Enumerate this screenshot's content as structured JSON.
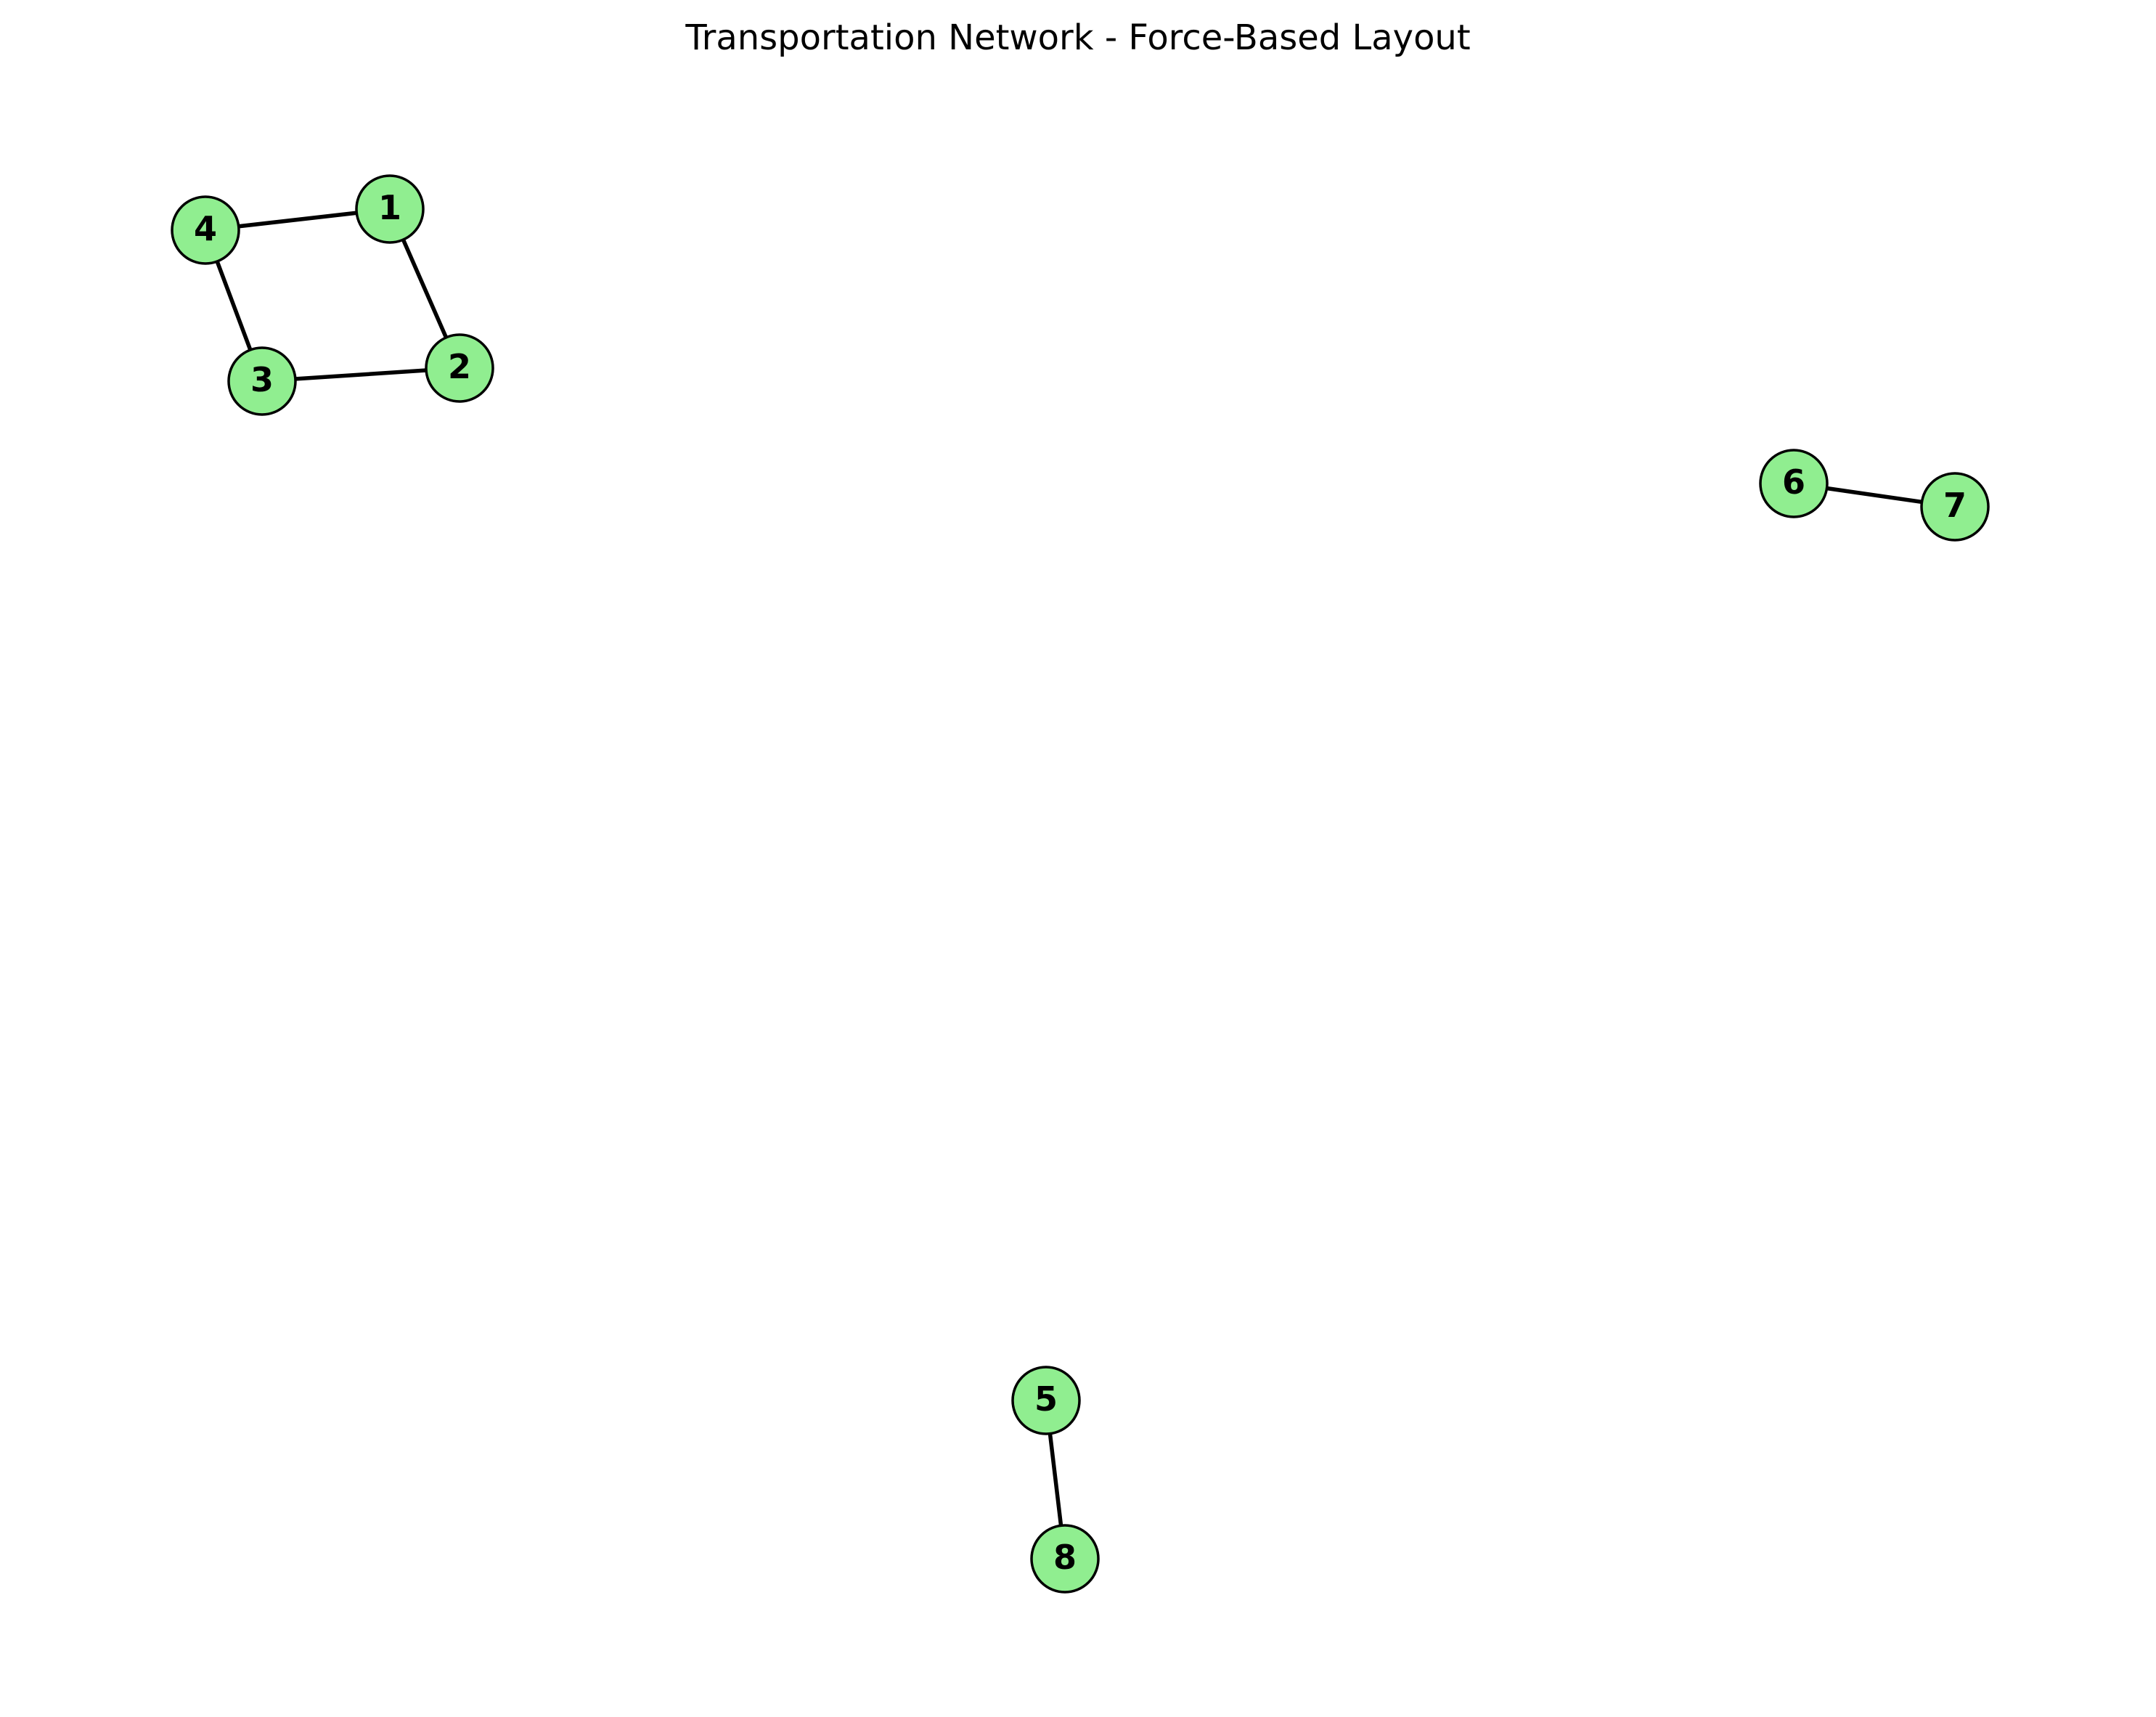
{
  "title": "Transportation Network - Force-Based Layout",
  "colors": {
    "node_fill": "#90ee90",
    "node_stroke": "#000000",
    "edge": "#000000",
    "background": "#ffffff"
  },
  "nodes": [
    {
      "id": "1",
      "label": "1"
    },
    {
      "id": "2",
      "label": "2"
    },
    {
      "id": "3",
      "label": "3"
    },
    {
      "id": "4",
      "label": "4"
    },
    {
      "id": "5",
      "label": "5"
    },
    {
      "id": "6",
      "label": "6"
    },
    {
      "id": "7",
      "label": "7"
    },
    {
      "id": "8",
      "label": "8"
    }
  ],
  "edges": [
    [
      "4",
      "1"
    ],
    [
      "1",
      "2"
    ],
    [
      "4",
      "3"
    ],
    [
      "3",
      "2"
    ],
    [
      "6",
      "7"
    ],
    [
      "5",
      "8"
    ]
  ]
}
